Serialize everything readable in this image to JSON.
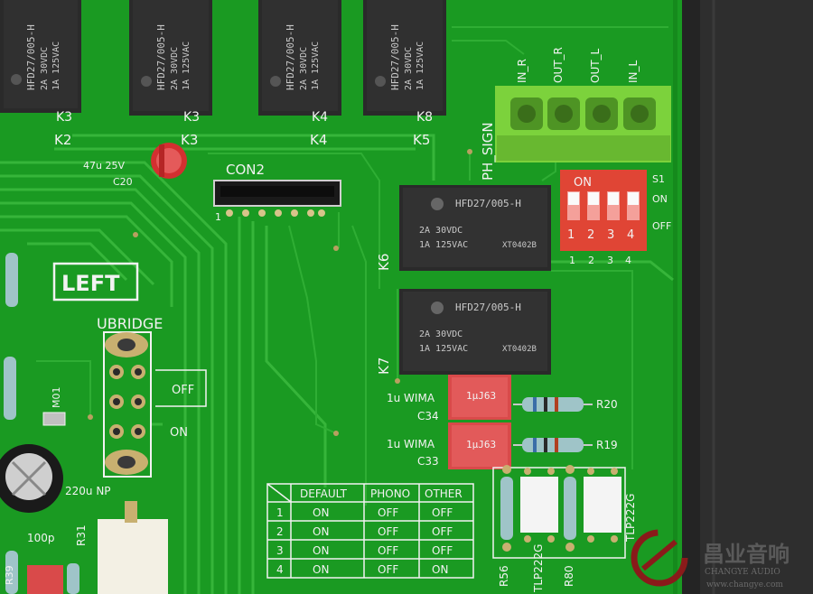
{
  "pcb": {
    "colors": {
      "board": "#1a9a22",
      "trace": "#36b53a",
      "silkscreen": "#f2f2f2",
      "relay_body": "#2a2a2a",
      "terminal_green": "#7cd23c",
      "dip_red": "#e04535",
      "wima_red": "#d94a4a",
      "case_gray": "#2b2b2b"
    },
    "top_relays": [
      {
        "ref": "K2",
        "line1": "HFD27/005-H",
        "line2": "2A 30VDC",
        "line3": "1A 125VAC"
      },
      {
        "ref": "K3",
        "line1": "HFD27/005-H",
        "line2": "2A 30VDC",
        "line3": "1A 125VAC"
      },
      {
        "ref": "K4",
        "line1": "HFD27/005-H",
        "line2": "2A 30VDC",
        "line3": "1A 125VAC"
      },
      {
        "ref": "K5",
        "line1": "HFD27/005-H",
        "line2": "2A 30VDC",
        "line3": "1A 125VAC"
      }
    ],
    "top_relay_partial_ref": "K3",
    "top_relay_partial_ref2": "K8",
    "relay_k6": {
      "ref": "K6",
      "model": "HFD27/005-H",
      "rating1": "2A 30VDC",
      "rating2": "1A 125VAC",
      "code": "XT0402B"
    },
    "relay_k7": {
      "ref": "K7",
      "model": "HFD27/005-H",
      "rating1": "2A 30VDC",
      "rating2": "1A 125VAC",
      "code": "XT0402B"
    },
    "terminal": {
      "pins": [
        "IN_R",
        "OUT_R",
        "OUT_L",
        "IN_L"
      ],
      "label": "PH_SIGN"
    },
    "dip_switch": {
      "ref": "S1",
      "on_label": "ON",
      "switches": [
        "1",
        "2",
        "3",
        "4"
      ],
      "state_on": "ON",
      "state_off": "OFF"
    },
    "connector": {
      "ref": "CON2",
      "pin1": "1"
    },
    "cap_c20": {
      "value": "47u 25V",
      "ref": "C20"
    },
    "left_label": "LEFT",
    "ubridge": {
      "label": "UBRIDGE",
      "off": "OFF",
      "on": "ON"
    },
    "c34": {
      "value": "1u WIMA",
      "ref": "C34",
      "marking": "1μJ63"
    },
    "c33": {
      "value": "1u WIMA",
      "ref": "C33",
      "marking": "1μJ63"
    },
    "r20": "R20",
    "r19": "R19",
    "m01": "M01",
    "cap_220u": "220u NP",
    "cap_100p": "100p",
    "r31": "R31",
    "r39": "R39",
    "r56": "R56",
    "r80": "R80",
    "opto1": "TLP222G",
    "opto2": "TLP222G",
    "settings_table": {
      "headers": [
        "",
        "DEFAULT",
        "PHONO",
        "OTHER"
      ],
      "rows": [
        [
          "1",
          "ON",
          "OFF",
          "OFF"
        ],
        [
          "2",
          "ON",
          "OFF",
          "OFF"
        ],
        [
          "3",
          "ON",
          "OFF",
          "OFF"
        ],
        [
          "4",
          "ON",
          "OFF",
          "ON"
        ]
      ]
    }
  },
  "watermark": {
    "cn": "昌业音响",
    "en": "CHANGYE AUDIO",
    "url": "www.changye.com"
  }
}
